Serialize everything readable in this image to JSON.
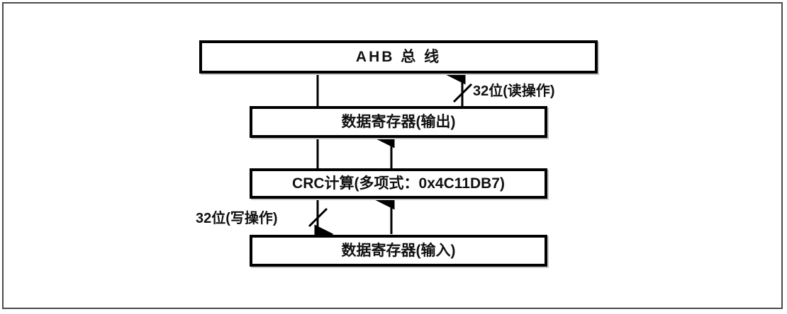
{
  "diagram": {
    "title": "CRC Calculation Unit Block Diagram",
    "background_color": "#ffffff",
    "frame_color": "#4a4a4a",
    "block_border_color": "#000000",
    "text_color": "#111111",
    "blocks": [
      {
        "id": "ahb-bus",
        "label": "AHB 总 线"
      },
      {
        "id": "data-register-out",
        "label": "数据寄存器(输出)"
      },
      {
        "id": "crc-calculation",
        "label": "CRC计算(多项式：0x4C11DB7)"
      },
      {
        "id": "data-register-in",
        "label": "数据寄存器(输入)"
      }
    ],
    "annotations": [
      {
        "id": "read-width",
        "label": "32位(读操作)",
        "bits": "32",
        "direction": "up"
      },
      {
        "id": "write-width",
        "label": "32位(写操作)",
        "bits": "32",
        "direction": "down"
      }
    ]
  }
}
